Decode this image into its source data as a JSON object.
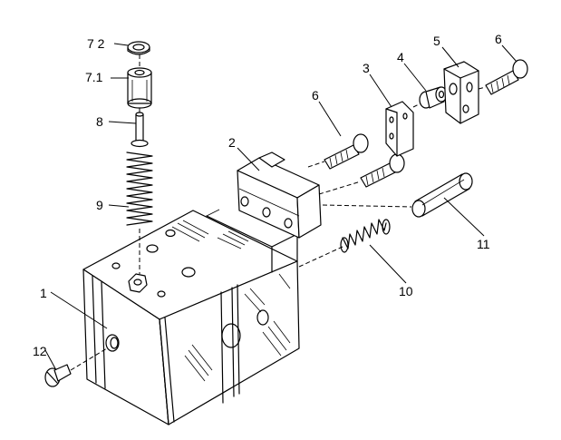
{
  "diagram": {
    "parts": [
      {
        "id": "p1",
        "label": "1"
      },
      {
        "id": "p2",
        "label": "2"
      },
      {
        "id": "p3",
        "label": "3"
      },
      {
        "id": "p4",
        "label": "4"
      },
      {
        "id": "p5",
        "label": "5"
      },
      {
        "id": "p6a",
        "label": "6"
      },
      {
        "id": "p6b",
        "label": "6"
      },
      {
        "id": "p7_1",
        "label": "7.1"
      },
      {
        "id": "p7_2",
        "label": "7 2"
      },
      {
        "id": "p8",
        "label": "8"
      },
      {
        "id": "p9",
        "label": "9"
      },
      {
        "id": "p10",
        "label": "10"
      },
      {
        "id": "p11",
        "label": "11"
      },
      {
        "id": "p12",
        "label": "12"
      }
    ]
  }
}
